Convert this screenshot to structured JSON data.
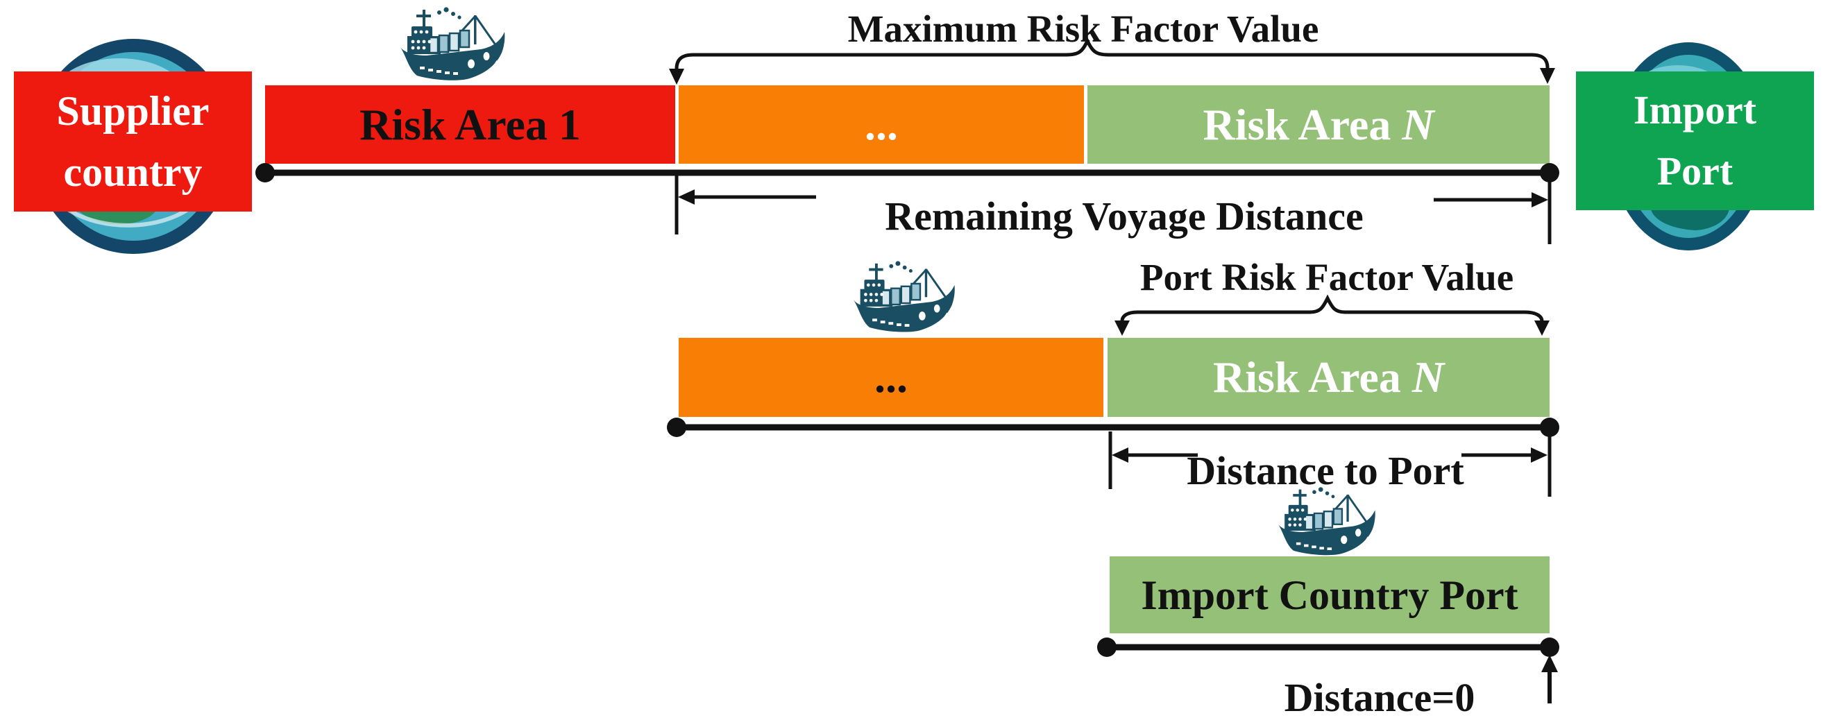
{
  "colors": {
    "red": "#ee1a10",
    "orange": "#f87e05",
    "green-muted": "#94c078",
    "green-bright": "#0fa451",
    "ink": "#121212",
    "ship": "#1a4f63",
    "globe-ring": "#134668",
    "globe-water": "#41abc4",
    "globe-light": "#9fd9e8",
    "globe-land": "#2e8f5d",
    "iglobe-ring": "#0f526d",
    "iglobe-water": "#38a9b6",
    "iglobe-land": "#0d6f66"
  },
  "nodes": {
    "supplier": {
      "line1": "Supplier",
      "line2": "country"
    },
    "import_port": {
      "line1": "Import",
      "line2": "Port"
    }
  },
  "row1": {
    "risk_area_1": "Risk Area 1",
    "ellipsis": "...",
    "risk_area_prefix": "Risk Area ",
    "risk_area_italic": "N"
  },
  "row2": {
    "ellipsis": "...",
    "risk_area_prefix": "Risk Area ",
    "risk_area_italic": "N"
  },
  "row3": {
    "label": "Import Country Port"
  },
  "annotations": {
    "max_risk": "Maximum Risk Factor Value",
    "remaining_voyage": "Remaining Voyage Distance",
    "port_risk": "Port Risk Factor Value",
    "distance_to_port": "Distance to Port",
    "distance_zero": "Distance=0"
  },
  "icons": {
    "ship": "cargo-ship-icon",
    "supplier_globe": "globe-icon",
    "import_globe": "globe-icon"
  }
}
